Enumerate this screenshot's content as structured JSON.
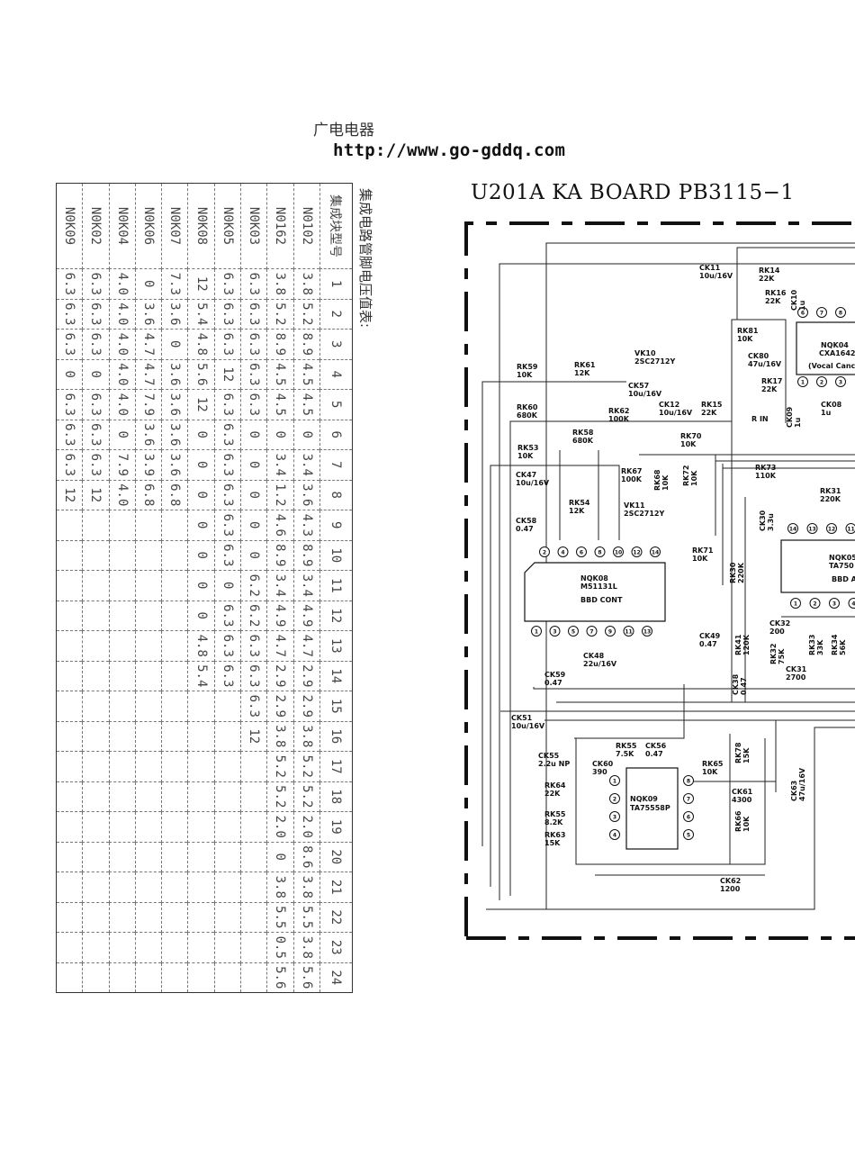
{
  "header": {
    "site_name": "广电电器",
    "site_url": "http://www.go-gddq.com"
  },
  "voltage_table": {
    "title": "集成电路管脚电压值表:",
    "header_label": "集成块型号",
    "pins": [
      "1",
      "2",
      "3",
      "4",
      "5",
      "6",
      "7",
      "8",
      "9",
      "10",
      "11",
      "12",
      "13",
      "14",
      "15",
      "16",
      "17",
      "18",
      "19",
      "20",
      "21",
      "22",
      "23",
      "24"
    ],
    "rows": [
      {
        "name": "N0102",
        "values": [
          "3.8",
          "5.2",
          "8.9",
          "4.5",
          "4.5",
          "0",
          "3.4",
          "3.6",
          "4.3",
          "8.9",
          "3.4",
          "4.9",
          "4.7",
          "2.9",
          "2.9",
          "3.8",
          "5.2",
          "5.2",
          "2.0",
          "8.6",
          "3.8",
          "5.5",
          "3.8",
          "5.6"
        ]
      },
      {
        "name": "N0162",
        "values": [
          "3.8",
          "5.2",
          "8.9",
          "4.5",
          "4.5",
          "0",
          "3.4",
          "1.2",
          "4.6",
          "8.9",
          "3.4",
          "4.9",
          "4.7",
          "2.9",
          "2.9",
          "3.8",
          "5.2",
          "5.2",
          "2.0",
          "0",
          "3.8",
          "5.5",
          "0.5",
          "5.6"
        ]
      },
      {
        "name": "N0K03",
        "values": [
          "6.3",
          "6.3",
          "6.3",
          "6.3",
          "6.3",
          "0",
          "0",
          "0",
          "0",
          "0",
          "6.2",
          "6.2",
          "6.3",
          "6.3",
          "6.3",
          "12",
          "",
          "",
          "",
          "",
          "",
          "",
          "",
          ""
        ]
      },
      {
        "name": "N0K05",
        "values": [
          "6.3",
          "6.3",
          "6.3",
          "12",
          "6.3",
          "6.3",
          "6.3",
          "6.3",
          "6.3",
          "6.3",
          "0",
          "6.3",
          "6.3",
          "6.3",
          "",
          "",
          "",
          "",
          "",
          "",
          "",
          "",
          "",
          ""
        ]
      },
      {
        "name": "N0K08",
        "values": [
          "12",
          "5.4",
          "4.8",
          "5.6",
          "12",
          "0",
          "0",
          "0",
          "0",
          "0",
          "0",
          "0",
          "4.8",
          "5.4",
          "",
          "",
          "",
          "",
          "",
          "",
          "",
          "",
          "",
          ""
        ]
      },
      {
        "name": "N0K07",
        "values": [
          "7.3",
          "3.6",
          "0",
          "3.6",
          "3.6",
          "3.6",
          "3.6",
          "6.8",
          "",
          "",
          "",
          "",
          "",
          "",
          "",
          "",
          "",
          "",
          "",
          "",
          "",
          "",
          "",
          ""
        ]
      },
      {
        "name": "N0K06",
        "values": [
          "0",
          "3.6",
          "4.7",
          "4.7",
          "7.9",
          "3.6",
          "3.9",
          "6.8",
          "",
          "",
          "",
          "",
          "",
          "",
          "",
          "",
          "",
          "",
          "",
          "",
          "",
          "",
          "",
          ""
        ]
      },
      {
        "name": "N0K04",
        "values": [
          "4.0",
          "4.0",
          "4.0",
          "4.0",
          "4.0",
          "0",
          "7.9",
          "4.0",
          "",
          "",
          "",
          "",
          "",
          "",
          "",
          "",
          "",
          "",
          "",
          "",
          "",
          "",
          "",
          ""
        ]
      },
      {
        "name": "N0K02",
        "values": [
          "6.3",
          "6.3",
          "6.3",
          "0",
          "6.3",
          "6.3",
          "6.3",
          "12",
          "",
          "",
          "",
          "",
          "",
          "",
          "",
          "",
          "",
          "",
          "",
          "",
          "",
          "",
          "",
          ""
        ]
      },
      {
        "name": "N0K09",
        "values": [
          "6.3",
          "6.3",
          "6.3",
          "0",
          "6.3",
          "6.3",
          "6.3",
          "12",
          "",
          "",
          "",
          "",
          "",
          "",
          "",
          "",
          "",
          "",
          "",
          "",
          "",
          "",
          "",
          ""
        ]
      }
    ]
  },
  "schematic": {
    "title": "U201A KA BOARD PB3115−1",
    "ics": [
      {
        "ref": "NQK04",
        "part": "CXA1642",
        "func": "(Vocal Cancel"
      },
      {
        "ref": "NQK08",
        "part": "M51131L",
        "func": "BBD CONT"
      },
      {
        "ref": "NQK05",
        "part": "TA750",
        "func": "BBD A"
      },
      {
        "ref": "NQK09",
        "part": "TA75558P",
        "func": ""
      }
    ],
    "net_label": "R IN",
    "components": [
      [
        "CK11",
        "10u/16V"
      ],
      [
        "RK14",
        "22K"
      ],
      [
        "RK16",
        "22K"
      ],
      [
        "CK10",
        "1u"
      ],
      [
        "RK81",
        "10K"
      ],
      [
        "CK80",
        "47u/16V"
      ],
      [
        "VK10",
        "2SC2712Y"
      ],
      [
        "RK59",
        "10K"
      ],
      [
        "RK61",
        "12K"
      ],
      [
        "CK57",
        "10u/16V"
      ],
      [
        "RK60",
        "680K"
      ],
      [
        "RK62",
        "100K"
      ],
      [
        "CK12",
        "10u/16V"
      ],
      [
        "RK15",
        "22K"
      ],
      [
        "RK17",
        "22K"
      ],
      [
        "CK09",
        "1u"
      ],
      [
        "CK08",
        "1u"
      ],
      [
        "RK58",
        "680K"
      ],
      [
        "RK70",
        "10K"
      ],
      [
        "RK53",
        "10K"
      ],
      [
        "CK47",
        "10u/16V"
      ],
      [
        "RK67",
        "100K"
      ],
      [
        "RK68",
        "10K"
      ],
      [
        "RK72",
        "10K"
      ],
      [
        "RK73",
        "110K"
      ],
      [
        "RK31",
        "220K"
      ],
      [
        "RK54",
        "12K"
      ],
      [
        "VK11",
        "2SC2712Y"
      ],
      [
        "CK58",
        "0.47"
      ],
      [
        "CK30",
        "3.3u"
      ],
      [
        "RK71",
        "10K"
      ],
      [
        "RK30",
        "220K"
      ],
      [
        "CK32",
        "200"
      ],
      [
        "RK41",
        "120K"
      ],
      [
        "RK32",
        "75K"
      ],
      [
        "RK33",
        "33K"
      ],
      [
        "RK34",
        "56K"
      ],
      [
        "CK49",
        "0.47"
      ],
      [
        "CK48",
        "22u/16V"
      ],
      [
        "CK38",
        "0.47"
      ],
      [
        "CK31",
        "2700"
      ],
      [
        "CK59",
        "0.47"
      ],
      [
        "CK51",
        "10u/16V"
      ],
      [
        "RK55",
        "7.5K"
      ],
      [
        "CK56",
        "0.47"
      ],
      [
        "CK55",
        "2.2u NP"
      ],
      [
        "CK60",
        "390"
      ],
      [
        "RK65",
        "10K"
      ],
      [
        "RK78",
        "15K"
      ],
      [
        "CK63",
        "47u/16V"
      ],
      [
        "RK64",
        "22K"
      ],
      [
        "CK61",
        "4300"
      ],
      [
        "RK66",
        "10K"
      ],
      [
        "RK55",
        "8.2K"
      ],
      [
        "RK63",
        "15K"
      ],
      [
        "CK62",
        "1200"
      ]
    ],
    "pins": {
      "nqk04_top": [
        "6",
        "7",
        "8"
      ],
      "nqk04_bottom": [
        "1",
        "2",
        "3"
      ],
      "nqk08_top": [
        "2",
        "4",
        "6",
        "8",
        "10",
        "12",
        "14"
      ],
      "nqk08_bottom": [
        "1",
        "3",
        "5",
        "7",
        "9",
        "11",
        "13"
      ],
      "nqk05_top": [
        "14",
        "13",
        "12",
        "11"
      ],
      "nqk05_bottom": [
        "1",
        "2",
        "3",
        "4"
      ],
      "nqk09_left": [
        "1",
        "2",
        "3",
        "4"
      ],
      "nqk09_right": [
        "8",
        "7",
        "6",
        "5"
      ]
    }
  }
}
